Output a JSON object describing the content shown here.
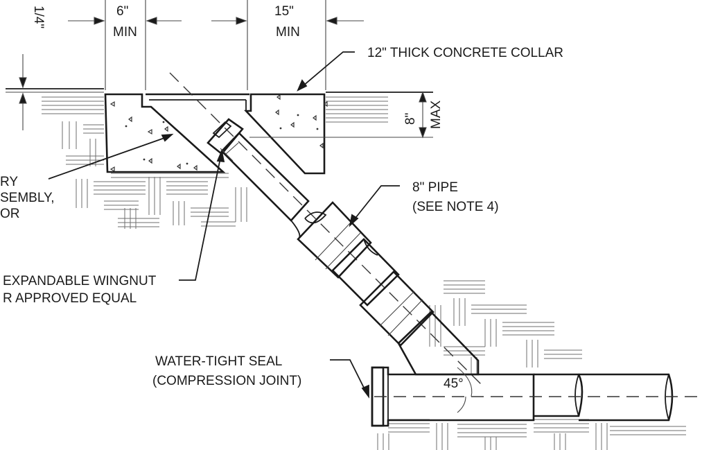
{
  "labels": {
    "quarter": "1/4\"",
    "six": "6\"",
    "six_min": "MIN",
    "fifteen": "15\"",
    "fifteen_min": "MIN",
    "collar": "12\" THICK CONCRETE COLLAR",
    "eight": "8\"",
    "max": "MAX",
    "pipe_line1": "8\" PIPE",
    "pipe_line2": "(SEE NOTE 4)",
    "ry": "RY",
    "assembly": "SEMBLY,",
    "or": "OR",
    "wingnut_line1": "EXPANDABLE WINGNUT",
    "wingnut_line2": "R APPROVED EQUAL",
    "seal_line1": "WATER-TIGHT SEAL",
    "seal_line2": "(COMPRESSION JOINT)",
    "angle": "45°"
  }
}
